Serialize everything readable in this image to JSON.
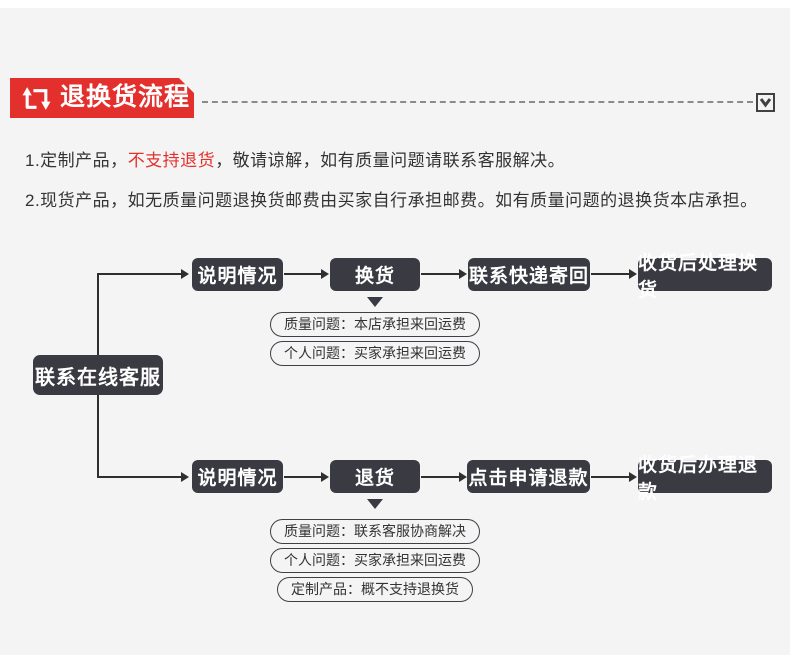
{
  "colors": {
    "background_panel": "#f4f4f5",
    "brand_red": "#e4302c",
    "box_dark": "#3a3a42",
    "line_dark": "#2f2f2f",
    "text_dark": "#333333"
  },
  "header": {
    "title": "退换货流程",
    "icon": "return-exchange-arrows-icon",
    "collapse_icon": "chevron-down-icon"
  },
  "notes": {
    "line1_prefix": "1.定制产品，",
    "line1_highlight": "不支持退货",
    "line1_suffix": "，敬请谅解，如有质量问题请联系客服解决。",
    "line2": "2.现货产品，如无质量问题退换货邮费由买家自行承担邮费。如有质量问题的退换货本店承担。"
  },
  "flowchart": {
    "root": "联系在线客服",
    "exchange": {
      "steps": [
        "说明情况",
        "换货",
        "联系快递寄回",
        "收货后处理换货"
      ],
      "notes": [
        "质量问题：本店承担来回运费",
        "个人问题：买家承担来回运费"
      ]
    },
    "refund": {
      "steps": [
        "说明情况",
        "退货",
        "点击申请退款",
        "收货后办理退款"
      ],
      "notes": [
        "质量问题：联系客服协商解决",
        "个人问题：买家承担来回运费",
        "定制产品：概不支持退换货"
      ]
    }
  }
}
